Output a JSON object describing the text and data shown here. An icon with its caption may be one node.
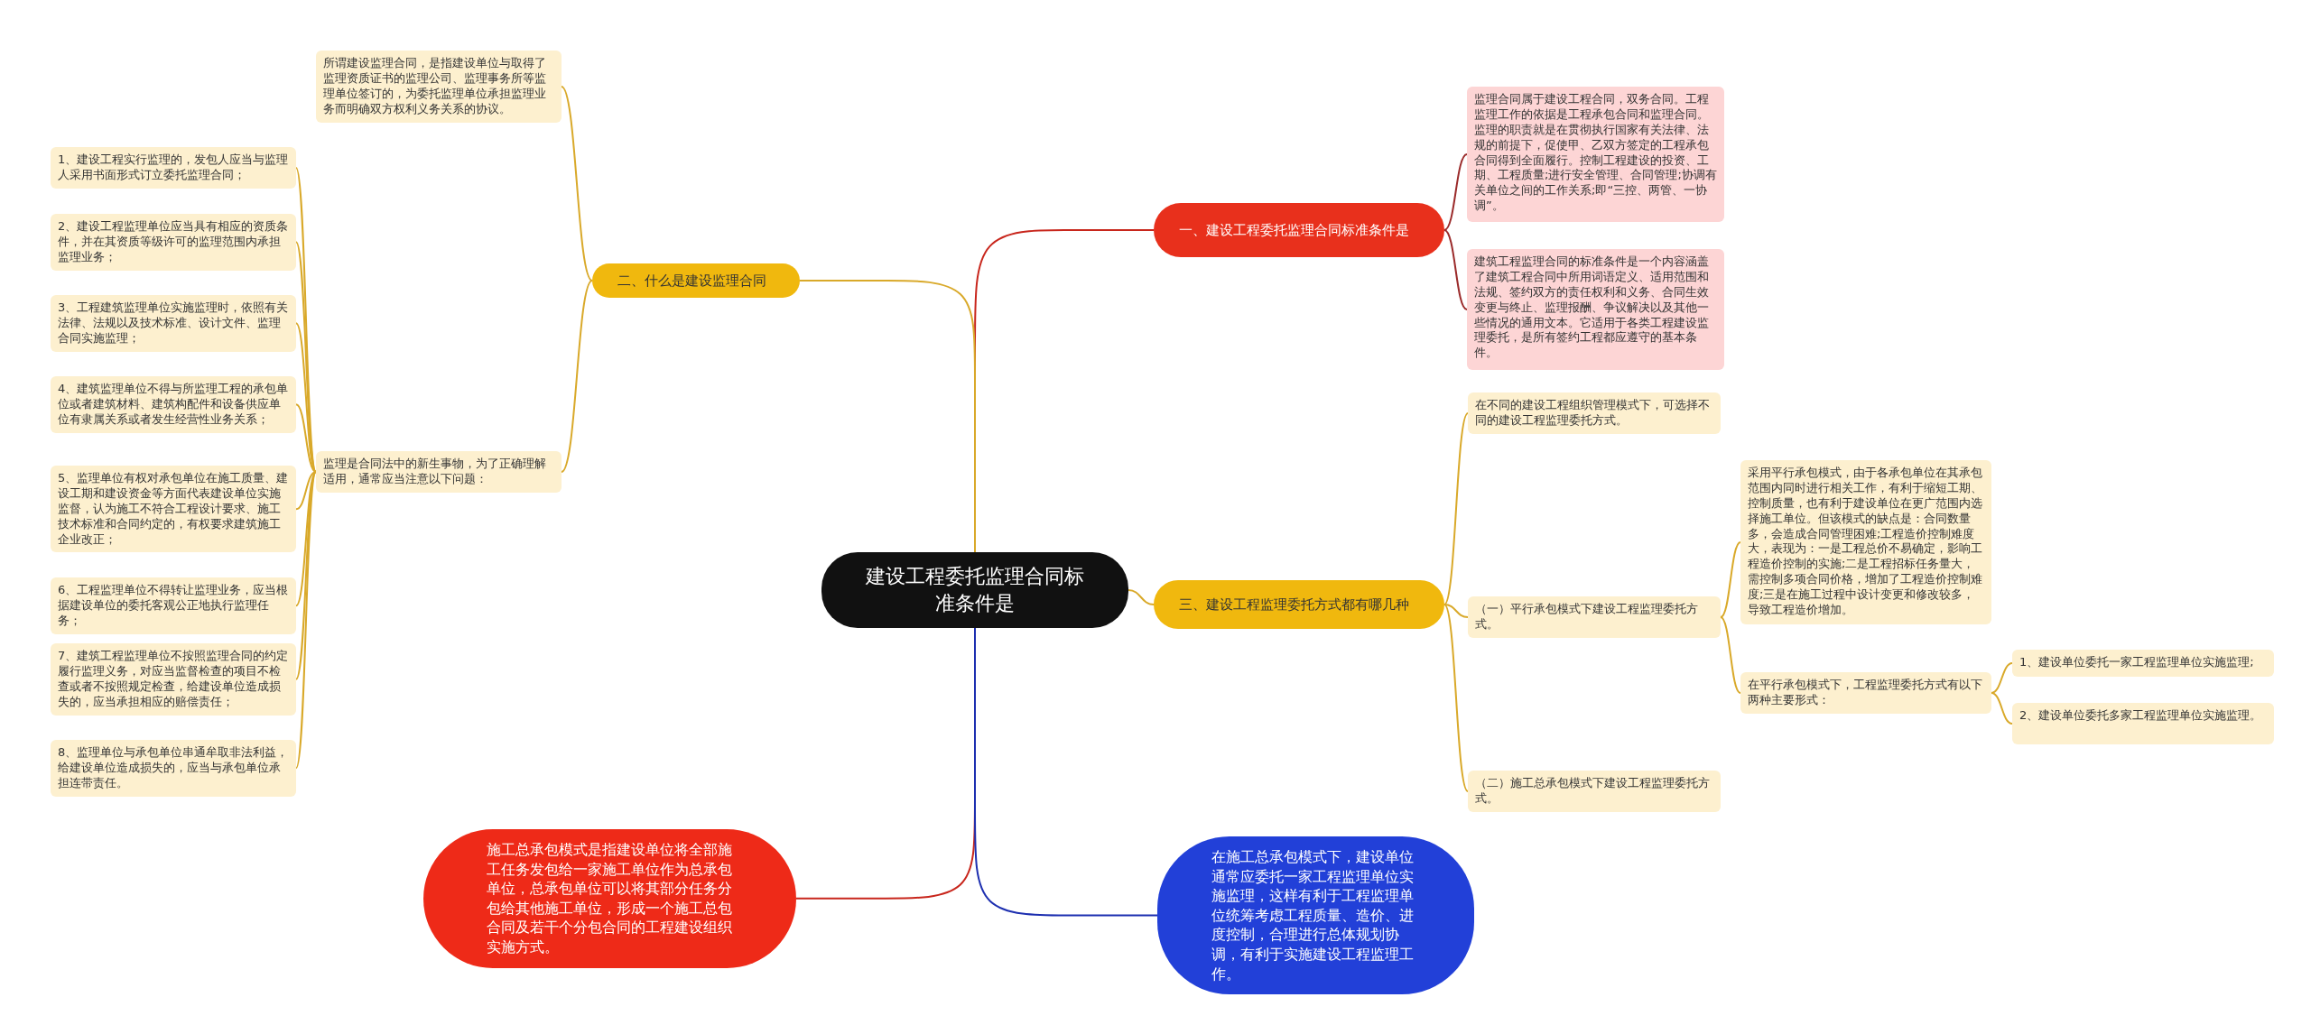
{
  "diagram": {
    "nodes": [
      {
        "text": [
          "建设工程委托监理合同标准条件是"
        ]
      },
      {
        "text": [
          "一、建设工程委托监理合同标准条件是"
        ]
      },
      {
        "text": [
          "监理合同属于建设工程合同，双务合同。工程监理工作的依据是工程承包合同和监理合同。监理的职责就是在贯彻执行国家有关法律、法规的前提下，促使甲、乙双方签定的工程承包合同得到全面履行。控制工程建设的投资、工期、工程质量;进行安全管理、合同管理;协调有关单位之间的工作关系;即“三控、两管、一协调”。"
        ]
      },
      {
        "text": [
          "建筑工程监理合同的标准条件是一个内容涵盖了建筑工程合同中所用词语定义、适用范围和法规、签约双方的责任权利和义务、合同生效变更与终止、监理报酬、争议解决以及其他一些情况的通用文本。它适用于各类工程建设监理委托，是所有签约工程都应遵守的基本条件。"
        ]
      },
      {
        "text": [
          "二、什么是建设监理合同"
        ]
      },
      {
        "text": [
          "所谓建设监理合同，是指建设单位与取得了监理资质证书的监理公司、监理事务所等监理单位签订的，为委托监理单位承担监理业务而明确双方权利义务关系的协议。"
        ]
      },
      {
        "text": [
          "监理是合同法中的新生事物，为了正确理解适用，通常应当注意以下问题："
        ]
      },
      {
        "text": [
          "1、建设工程实行监理的，发包人应当与监理人采用书面形式订立委托监理合同；"
        ]
      },
      {
        "text": [
          "2、建设工程监理单位应当具有相应的资质条件，并在其资质等级许可的监理范围内承担监理业务；"
        ]
      },
      {
        "text": [
          "3、工程建筑监理单位实施监理时，依照有关法律、法规以及技术标准、设计文件、监理合同实施监理；"
        ]
      },
      {
        "text": [
          "4、建筑监理单位不得与所监理工程的承包单位或者建筑材料、建筑构配件和设备供应单位有隶属关系或者发生经营性业务关系；"
        ]
      },
      {
        "text": [
          "5、监理单位有权对承包单位在施工质量、建设工期和建设资金等方面代表建设单位实施监督，认为施工不符合工程设计要求、施工技术标准和合同约定的，有权要求建筑施工企业改正；"
        ]
      },
      {
        "text": [
          "6、工程监理单位不得转让监理业务，应当根据建设单位的委托客观公正地执行监理任务；"
        ]
      },
      {
        "text": [
          "7、建筑工程监理单位不按照监理合同的约定履行监理义务，对应当监督检查的项目不检查或者不按照规定检查，给建设单位造成损失的，应当承担相应的赔偿责任；"
        ]
      },
      {
        "text": [
          "8、监理单位与承包单位串通牟取非法利益，给建设单位造成损失的，应当与承包单位承担连带责任。"
        ]
      },
      {
        "text": [
          "三、建设工程监理委托方式都有哪几种"
        ]
      },
      {
        "text": [
          "在不同的建设工程组织管理模式下，可选择不同的建设工程监理委托方式。"
        ]
      },
      {
        "text": [
          "（一）平行承包模式下建设工程监理委托方式。"
        ]
      },
      {
        "text": [
          "采用平行承包模式，由于各承包单位在其承包范围内同时进行相关工作，有利于缩短工期、控制质量，也有利于建设单位在更广范围内选择施工单位。但该模式的缺点是：合同数量多，会造成合同管理困难;工程造价控制难度大，表现为：一是工程总价不易确定，影响工程造价控制的实施;二是工程招标任务量大，需控制多项合同价格，增加了工程造价控制难度;三是在施工过程中设计变更和修改较多，导致工程造价增加。"
        ]
      },
      {
        "text": [
          "在平行承包模式下，工程监理委托方式有以下两种主要形式："
        ]
      },
      {
        "text": [
          "1、建设单位委托一家工程监理单位实施监理;"
        ]
      },
      {
        "text": [
          "2、建设单位委托多家工程监理单位实施监理。"
        ]
      },
      {
        "text": [
          "（二）施工总承包模式下建设工程监理委托方式。"
        ]
      },
      {
        "text": [
          "施工总承包模式是指建设单位将全部施工任务发包给一家施工单位作为总承包单位，总承包单位可以将其部分任务分包给其他施工单位，形成一个施工总包合同及若干个分包合同的工程建设组织实施方式。"
        ]
      },
      {
        "text": [
          "在施工总承包模式下，建设单位通常应委托一家工程监理单位实施监理，这样有利于工程监理单位统筹考虑工程质量、造价、进度控制，合理进行总体规划协调，有利于实施建设工程监理工作。"
        ]
      }
    ],
    "edges": [
      {
        "from": 0,
        "to": 1,
        "arrow": "none",
        "color": "#c8261c"
      },
      {
        "from": 1,
        "to": 2,
        "arrow": "none",
        "color": "#9b2b2b"
      },
      {
        "from": 1,
        "to": 3,
        "arrow": "none",
        "color": "#9b2b2b"
      },
      {
        "from": 0,
        "to": 4,
        "arrow": "none"
      },
      {
        "from": 4,
        "to": 5,
        "arrow": "none"
      },
      {
        "from": 4,
        "to": 6,
        "arrow": "none"
      },
      {
        "from": 6,
        "to": 7,
        "arrow": "none"
      },
      {
        "from": 6,
        "to": 8,
        "arrow": "none"
      },
      {
        "from": 6,
        "to": 9,
        "arrow": "none"
      },
      {
        "from": 6,
        "to": 10,
        "arrow": "none"
      },
      {
        "from": 6,
        "to": 11,
        "arrow": "none"
      },
      {
        "from": 6,
        "to": 12,
        "arrow": "none"
      },
      {
        "from": 6,
        "to": 13,
        "arrow": "none"
      },
      {
        "from": 6,
        "to": 14,
        "arrow": "none"
      },
      {
        "from": 0,
        "to": 15,
        "arrow": "none"
      },
      {
        "from": 15,
        "to": 16,
        "arrow": "none"
      },
      {
        "from": 15,
        "to": 17,
        "arrow": "none"
      },
      {
        "from": 15,
        "to": 22,
        "arrow": "none"
      },
      {
        "from": 17,
        "to": 18,
        "arrow": "none"
      },
      {
        "from": 17,
        "to": 19,
        "arrow": "none"
      },
      {
        "from": 19,
        "to": 20,
        "arrow": "none"
      },
      {
        "from": 19,
        "to": 21,
        "arrow": "none"
      },
      {
        "from": 0,
        "to": 23,
        "arrow": "none",
        "color": "#c8261c"
      },
      {
        "from": 0,
        "to": 24,
        "arrow": "none",
        "color": "#1d2fb0"
      }
    ]
  }
}
